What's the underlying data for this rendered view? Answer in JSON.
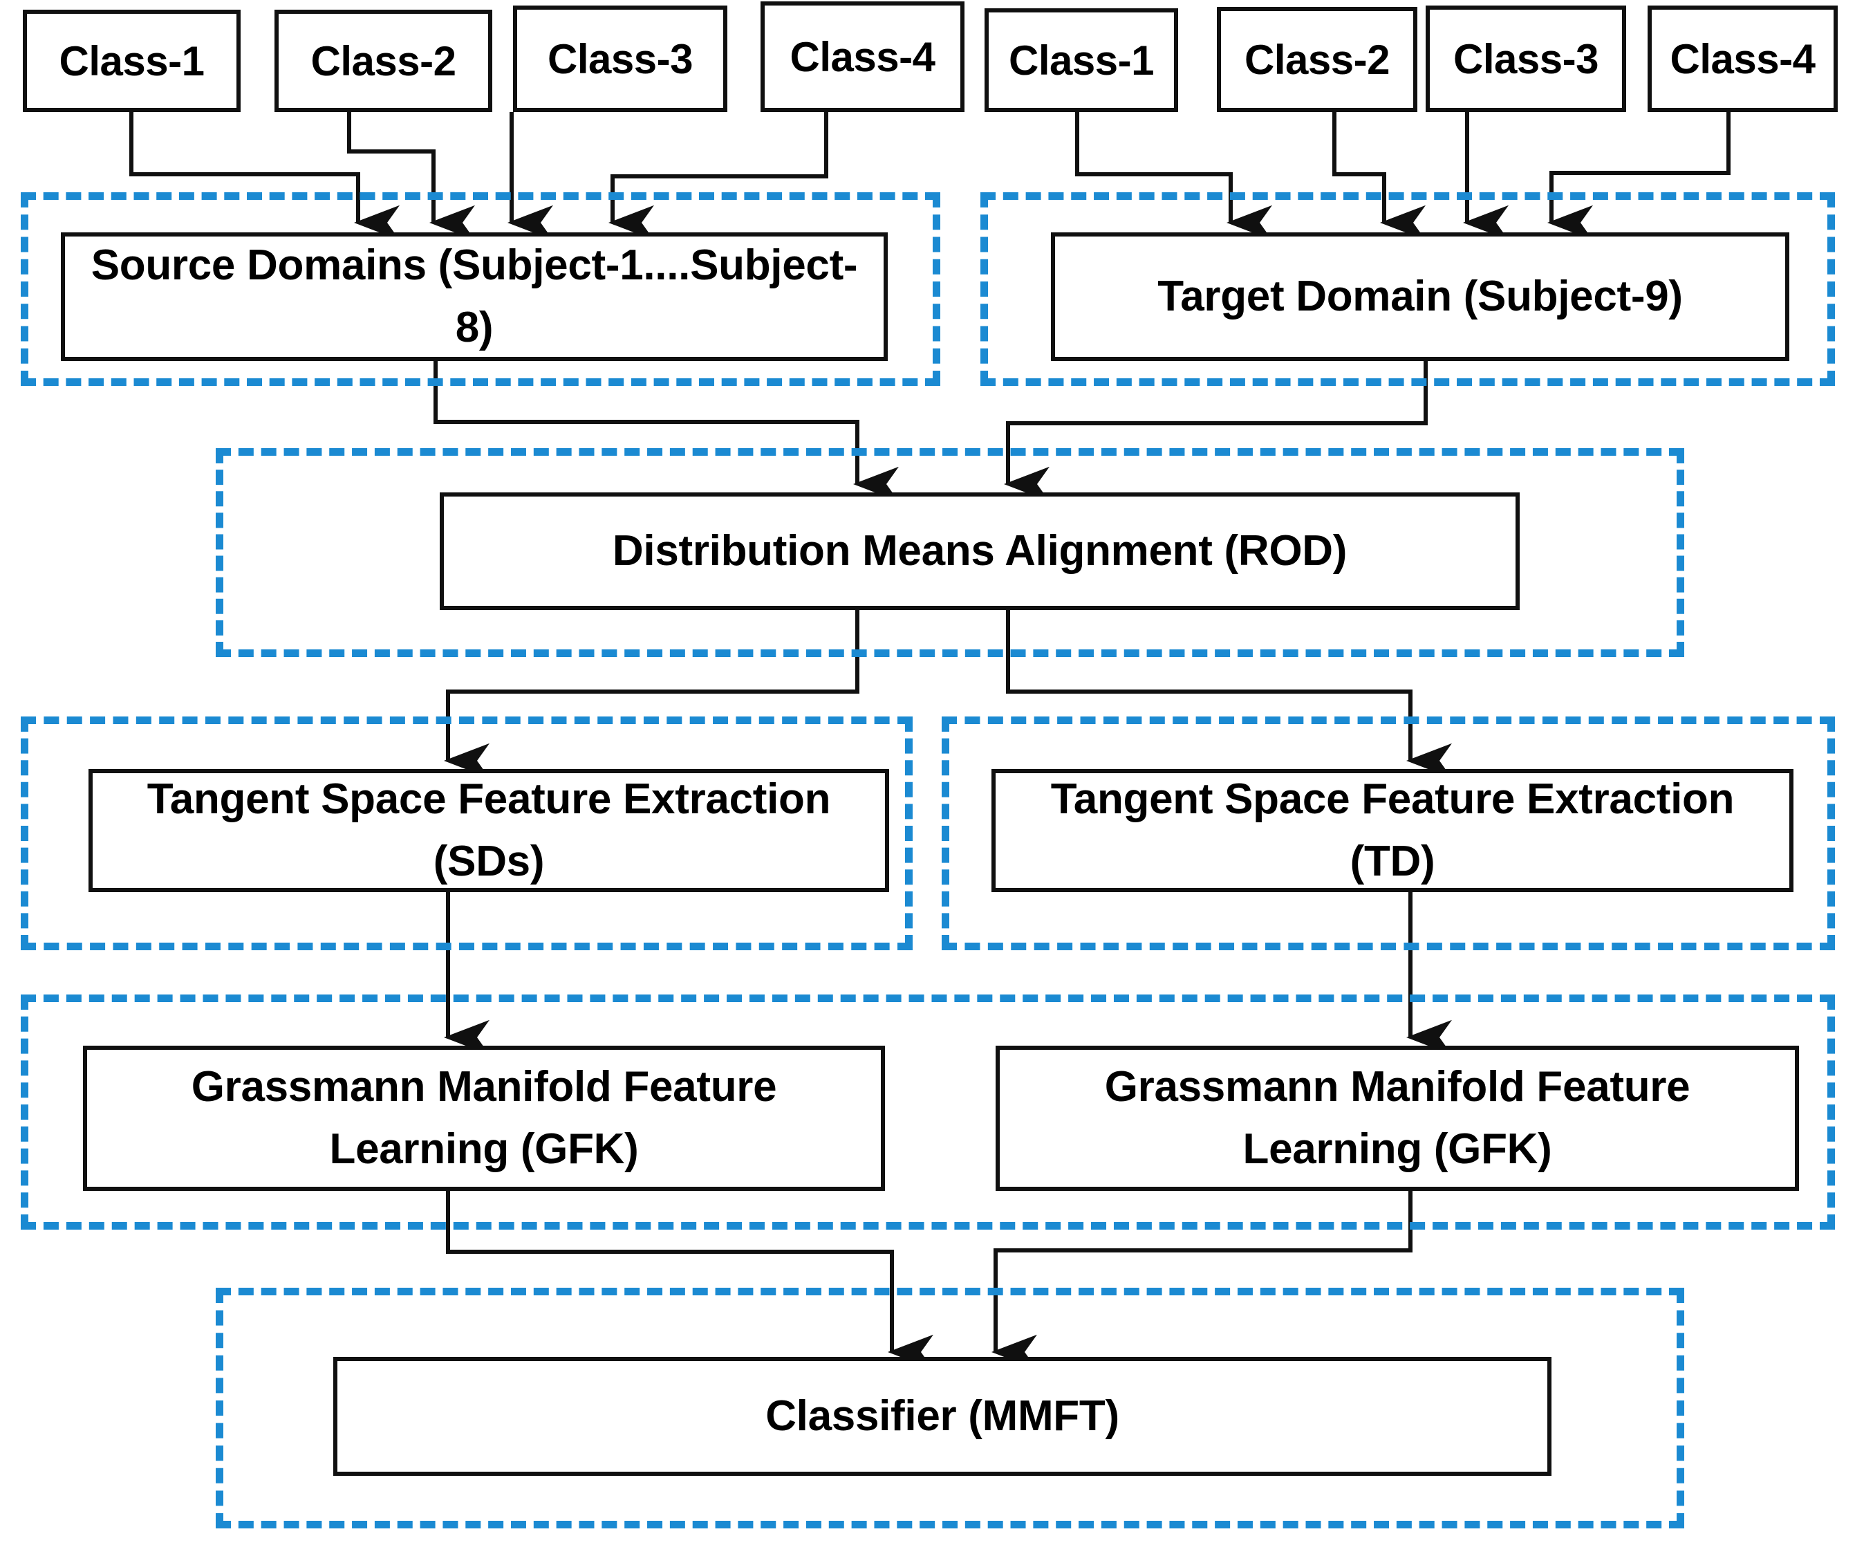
{
  "diagram": {
    "type": "flowchart",
    "title": "Cross-subject domain adaptation pipeline",
    "accent_color": "#1b8ad2",
    "node_border_color": "#101010",
    "background_color": "#ffffff",
    "orientation": "top-to-bottom"
  },
  "class_inputs": {
    "source_side": [
      {
        "label": "Class-1"
      },
      {
        "label": "Class-2"
      },
      {
        "label": "Class-3"
      },
      {
        "label": "Class-4"
      }
    ],
    "target_side": [
      {
        "label": "Class-1"
      },
      {
        "label": "Class-2"
      },
      {
        "label": "Class-3"
      },
      {
        "label": "Class-4"
      }
    ]
  },
  "stages": {
    "source_domains": {
      "label": "Source Domains (Subject-1....Subject-8)"
    },
    "target_domain": {
      "label": "Target Domain (Subject-9)"
    },
    "distribution_alignment": {
      "label": "Distribution Means Alignment (ROD)"
    },
    "tangent_source": {
      "label": "Tangent Space Feature Extraction (SDs)"
    },
    "tangent_target": {
      "label": "Tangent Space Feature Extraction (TD)"
    },
    "gfk_source": {
      "label": "Grassmann Manifold Feature Learning (GFK)"
    },
    "gfk_target": {
      "label": "Grassmann Manifold Feature Learning (GFK)"
    },
    "classifier": {
      "label": "Classifier (MMFT)"
    }
  },
  "groups": [
    {
      "name": "source-domain-group"
    },
    {
      "name": "target-domain-group"
    },
    {
      "name": "alignment-group"
    },
    {
      "name": "tangent-source-group"
    },
    {
      "name": "tangent-target-group"
    },
    {
      "name": "gfk-group"
    },
    {
      "name": "classifier-group"
    }
  ]
}
